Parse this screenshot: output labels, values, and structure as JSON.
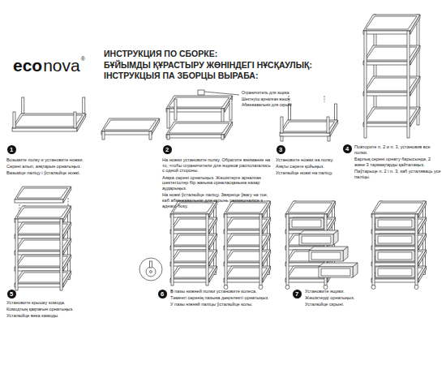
{
  "diagram": {
    "title": "ИНСТРУКЦИЯ ПО СБОРКЕ:",
    "nodes": [
      {
        "text": [
          "1"
        ]
      },
      {
        "text": [
          "2"
        ]
      },
      {
        "text": [
          "3"
        ]
      },
      {
        "text": [
          "4"
        ]
      },
      {
        "text": [
          "5"
        ]
      },
      {
        "text": [
          "6"
        ]
      },
      {
        "text": [
          "7"
        ]
      }
    ],
    "labels": [
      "eco",
      "nova",
      "®",
      "БҰЙЫМДЫ ҚҰРАСТЫРУ ЖӨНІНДЕГІ НҰСҚАУЛЫҚ:",
      "ІНСТРУКЦЫЯ ПА ЗБОРЦЫ ВЫРАБА:",
      "Возьмите полку и установите ножки.",
      "Сөренi алып, аяқтарын орнатыңыз.",
      "Вазьміце паліцу і ўсталюйце ножкі.",
      "На ножки установите полку. Обратите внимание на то, чтобы ограничители для ящиков располагались с одной стороны.",
      "Аяқка сөрені орнатыңыз. Жәшіктерге арналған шектегіштер бір жағына орналасқанына назар аударыңыз.",
      "На ножкі ўсталюйце паліцу. Звярніце ўвагу на тое, каб абмежавальнікі для скрынь размяшчаліся з аднаго боку.",
      "Ограничитель для ящика",
      "Шектеуіш арналған жәшік",
      "Абмежавальнік для скрыні",
      "Установите ножки на полку.",
      "Аяқты сөреге қойыңыз.",
      "Усталюйце ножкі на паліцу.",
      "Повторите п. 2 и п. 3, установив все полки.",
      "Барлық сөрені орнату барысында, 2 және 3 тармақтарды қайталаңыз.",
      "Паўтарыце п. 2 і п. 3, каб усталяваць усе паліцы.",
      "Установите крышку комода.",
      "Комодтың қақпағын орнатыңыз.",
      "Усталюйце века камоды.",
      "В пазы нижней полки установите колеса.",
      "Төменгі сөренің пазына дөңгелекті орнатыңыз.",
      "У пазы ніжняй паліцы ўсталюйце колы.",
      "Установите ящики.",
      "Жәшіктерді орнатыңыз.",
      "Усталюйце скрыні."
    ]
  }
}
